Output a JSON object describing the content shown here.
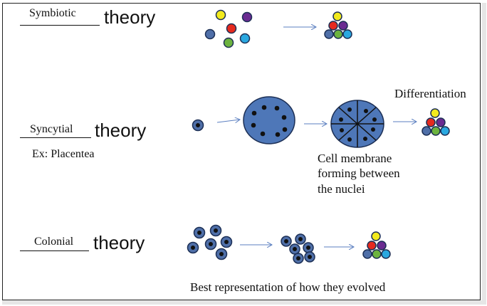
{
  "rows": [
    {
      "blank_word": "Symbiotic",
      "theory_word": "theory"
    },
    {
      "blank_word": "Syncytial",
      "theory_word": "theory",
      "example": "Ex: Placentea"
    },
    {
      "blank_word": "Colonial",
      "theory_word": "theory"
    }
  ],
  "labels": {
    "membrane_line1": "Cell membrane",
    "membrane_line2": "forming between",
    "membrane_line3": "the nuclei",
    "differentiation": "Differentiation",
    "best_representation": "Best representation of how they evolved"
  },
  "colors": {
    "cell_blue": "#4f6fa8",
    "big_cell_fill": "#4e77b8",
    "outline": "#1c2f55",
    "yellow": "#f2ea1d",
    "purple": "#6a2b91",
    "red": "#e62a1f",
    "green": "#6cb33f",
    "light_blue": "#2aa8e0",
    "arrow": "#5b7fc0"
  }
}
